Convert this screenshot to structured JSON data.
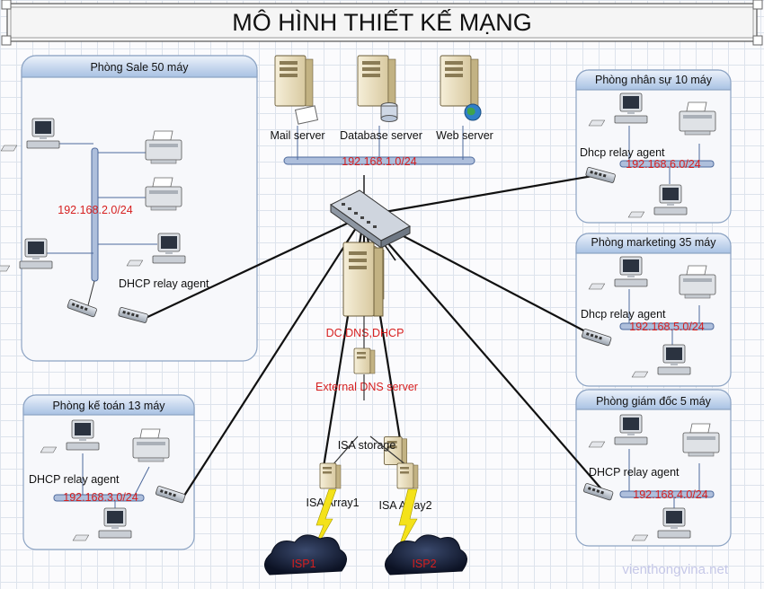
{
  "title": "Mô hình thiết kế mạng",
  "servers": {
    "mail": "Mail server",
    "database": "Database server",
    "web": "Web server",
    "lan_ip": "192.168.1.0/24"
  },
  "center": {
    "dc": "DC,DNS,DHCP",
    "external_dns": "External DNS server",
    "isa_storage": "ISA storage",
    "isa_array1": "ISA Array1",
    "isa_array2": "ISA Array2",
    "isp1": "ISP1",
    "isp2": "ISP2"
  },
  "rooms": {
    "sale": {
      "title": "Phòng Sale 50 máy",
      "ip": "192.168.2.0/24",
      "agent": "DHCP relay agent"
    },
    "ketoan": {
      "title": "Phòng kế toán 13 máy",
      "ip": "192.168.3.0/24",
      "agent": "DHCP relay agent"
    },
    "nhansu": {
      "title": "Phòng nhân sự 10 máy",
      "ip": "192.168.6.0/24",
      "agent": "Dhcp relay agent"
    },
    "marketing": {
      "title": "Phòng marketing 35 máy",
      "ip": "192.168.5.0/24",
      "agent": "Dhcp relay agent"
    },
    "giamdoc": {
      "title": "Phòng giám đốc 5 máy",
      "ip": "192.168.4.0/24",
      "agent": "DHCP relay agent"
    }
  },
  "watermark": "vienthongvina.net"
}
